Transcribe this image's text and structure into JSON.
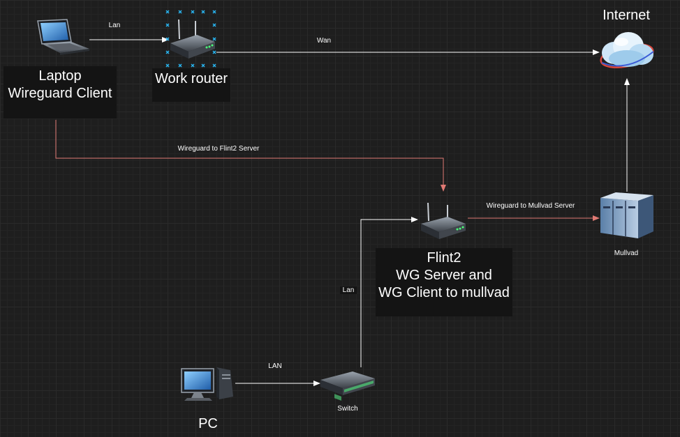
{
  "nodes": {
    "laptop": {
      "title": "Laptop\nWireguard Client"
    },
    "work_router": {
      "title": "Work router"
    },
    "internet": {
      "title": "Internet"
    },
    "flint2": {
      "title": "Flint2\nWG Server and\nWG Client to mullvad"
    },
    "mullvad": {
      "title": "Mullvad"
    },
    "pc": {
      "title": "PC"
    },
    "switch": {
      "title": "Switch"
    }
  },
  "edges": {
    "laptop_router": "Lan",
    "router_internet": "Wan",
    "laptop_flint2": "Wireguard to Flint2 Server",
    "flint2_mullvad": "Wireguard to Mullvad Server",
    "switch_flint2": "Lan",
    "pc_switch": "LAN"
  },
  "colors": {
    "background": "#1e1e1e",
    "connector_white": "#ffffff",
    "connector_red": "#e07a74",
    "selection_handle": "#29b6f2"
  }
}
